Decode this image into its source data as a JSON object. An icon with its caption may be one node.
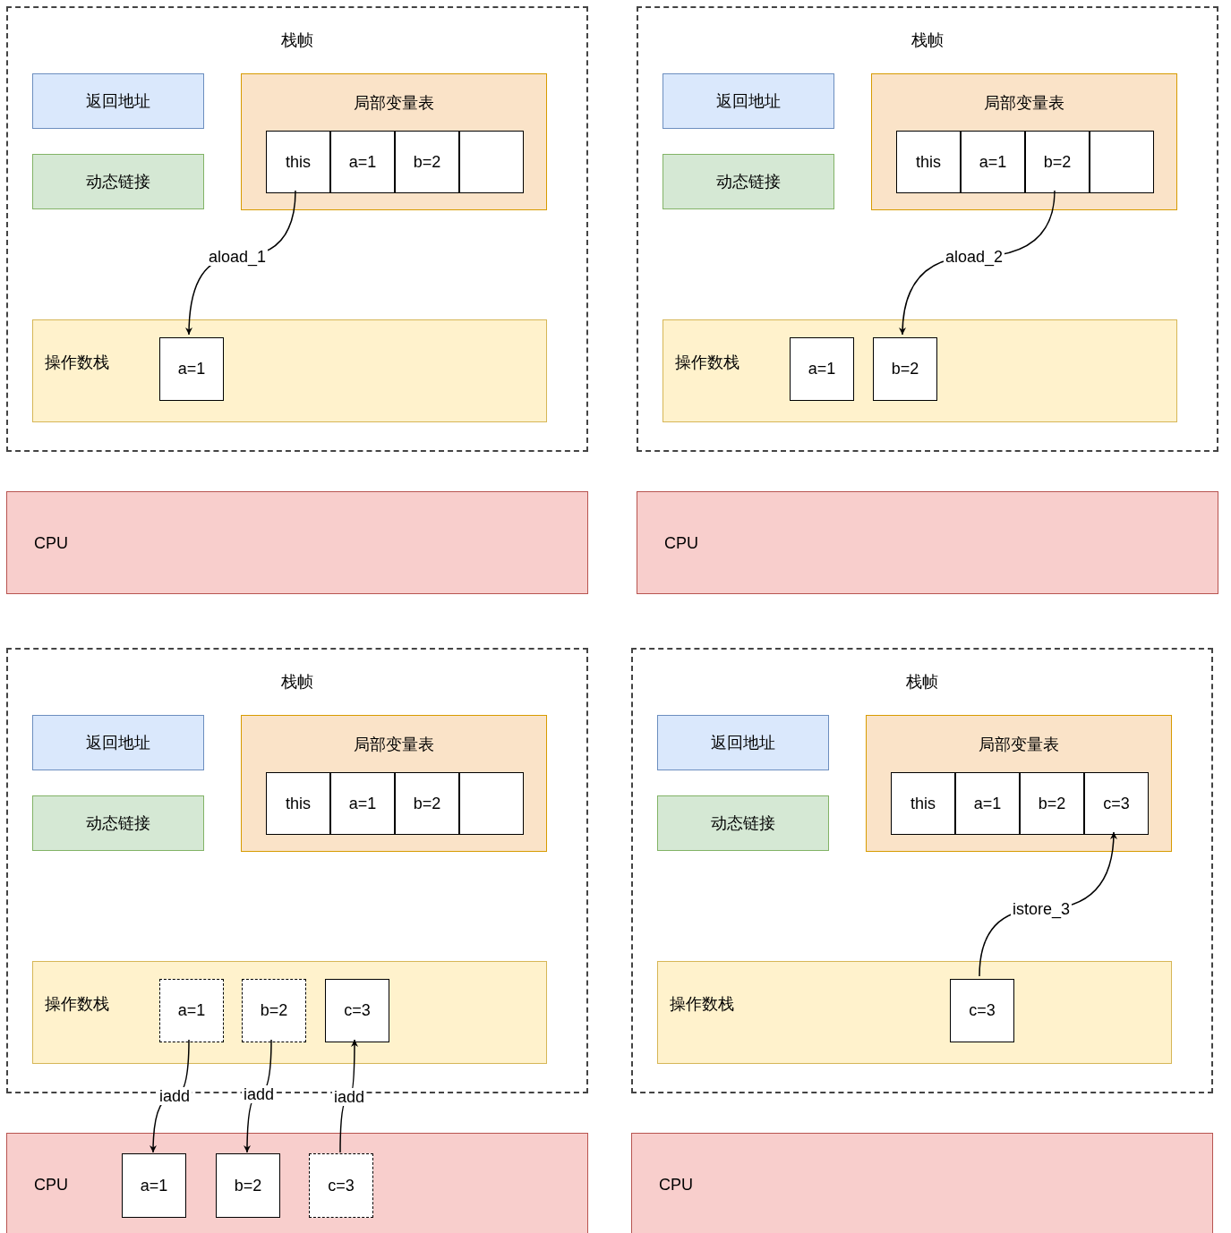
{
  "diagram": {
    "nodes": [
      {
        "text": [
          "栈帧"
        ]
      },
      {
        "text": [
          "返回地址"
        ],
        "in": 0
      },
      {
        "text": [
          "动态链接"
        ],
        "in": 0
      },
      {
        "text": [
          "局部变量表"
        ],
        "in": 0
      },
      {
        "text": [
          "this"
        ],
        "in": 3
      },
      {
        "text": [
          "a=1"
        ],
        "in": 3
      },
      {
        "text": [
          "b=2"
        ],
        "in": 3
      },
      {
        "text": [],
        "shape": "box",
        "in": 3
      },
      {
        "text": [
          "操作数栈"
        ],
        "in": 0
      },
      {
        "text": [
          "a=1"
        ],
        "in": 8
      },
      {
        "text": [
          "CPU"
        ]
      },
      {
        "text": [
          "栈帧"
        ]
      },
      {
        "text": [
          "返回地址"
        ],
        "in": 11
      },
      {
        "text": [
          "动态链接"
        ],
        "in": 11
      },
      {
        "text": [
          "局部变量表"
        ],
        "in": 11
      },
      {
        "text": [
          "this"
        ],
        "in": 14
      },
      {
        "text": [
          "a=1"
        ],
        "in": 14
      },
      {
        "text": [
          "b=2"
        ],
        "in": 14
      },
      {
        "text": [],
        "shape": "box",
        "in": 14
      },
      {
        "text": [
          "操作数栈"
        ],
        "in": 11
      },
      {
        "text": [
          "a=1"
        ],
        "in": 19
      },
      {
        "text": [
          "b=2"
        ],
        "in": 19
      },
      {
        "text": [
          "CPU"
        ]
      },
      {
        "text": [
          "栈帧"
        ]
      },
      {
        "text": [
          "返回地址"
        ],
        "in": 23
      },
      {
        "text": [
          "动态链接"
        ],
        "in": 23
      },
      {
        "text": [
          "局部变量表"
        ],
        "in": 23
      },
      {
        "text": [
          "this"
        ],
        "in": 26
      },
      {
        "text": [
          "a=1"
        ],
        "in": 26
      },
      {
        "text": [
          "b=2"
        ],
        "in": 26
      },
      {
        "text": [],
        "shape": "box",
        "in": 26
      },
      {
        "text": [
          "操作数栈"
        ],
        "in": 23
      },
      {
        "text": [
          "a=1"
        ],
        "in": 31
      },
      {
        "text": [
          "b=2"
        ],
        "in": 31
      },
      {
        "text": [
          "c=3"
        ],
        "in": 31
      },
      {
        "text": [
          "CPU"
        ]
      },
      {
        "text": [
          "a=1"
        ],
        "in": 35
      },
      {
        "text": [
          "b=2"
        ],
        "in": 35
      },
      {
        "text": [
          "c=3"
        ],
        "in": 35
      },
      {
        "text": [
          "栈帧"
        ]
      },
      {
        "text": [
          "返回地址"
        ],
        "in": 39
      },
      {
        "text": [
          "动态链接"
        ],
        "in": 39
      },
      {
        "text": [
          "局部变量表"
        ],
        "in": 39
      },
      {
        "text": [
          "this"
        ],
        "in": 42
      },
      {
        "text": [
          "a=1"
        ],
        "in": 42
      },
      {
        "text": [
          "b=2"
        ],
        "in": 42
      },
      {
        "text": [
          "c=3"
        ],
        "in": 42
      },
      {
        "text": [
          "操作数栈"
        ],
        "in": 39
      },
      {
        "text": [
          "c=3"
        ],
        "in": 47
      },
      {
        "text": [
          "CPU"
        ]
      }
    ],
    "edges": [
      {
        "from": 4,
        "to": 9,
        "arrow": "to",
        "label": "aload_1"
      },
      {
        "from": 17,
        "to": 21,
        "arrow": "to",
        "label": "aload_2"
      },
      {
        "from": 32,
        "to": 36,
        "arrow": "to",
        "label": "iadd"
      },
      {
        "from": 33,
        "to": 37,
        "arrow": "to",
        "label": "iadd"
      },
      {
        "from": 38,
        "to": 34,
        "arrow": "to",
        "label": "iadd"
      },
      {
        "from": 48,
        "to": 46,
        "arrow": "to",
        "label": "istore_3"
      }
    ]
  }
}
